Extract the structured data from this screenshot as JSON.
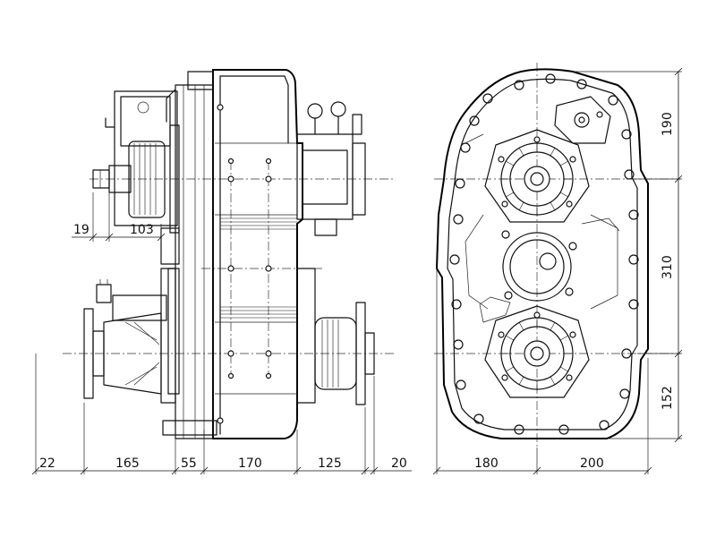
{
  "dimensions": {
    "side_view": {
      "bottom": [
        "22",
        "165",
        "55",
        "170",
        "125",
        "20"
      ],
      "input_offset_a": "19",
      "input_offset_b": "103"
    },
    "front_view": {
      "bottom_left": "180",
      "bottom_right": "200",
      "right_top": "190",
      "right_middle": "310",
      "right_bottom": "152"
    }
  }
}
